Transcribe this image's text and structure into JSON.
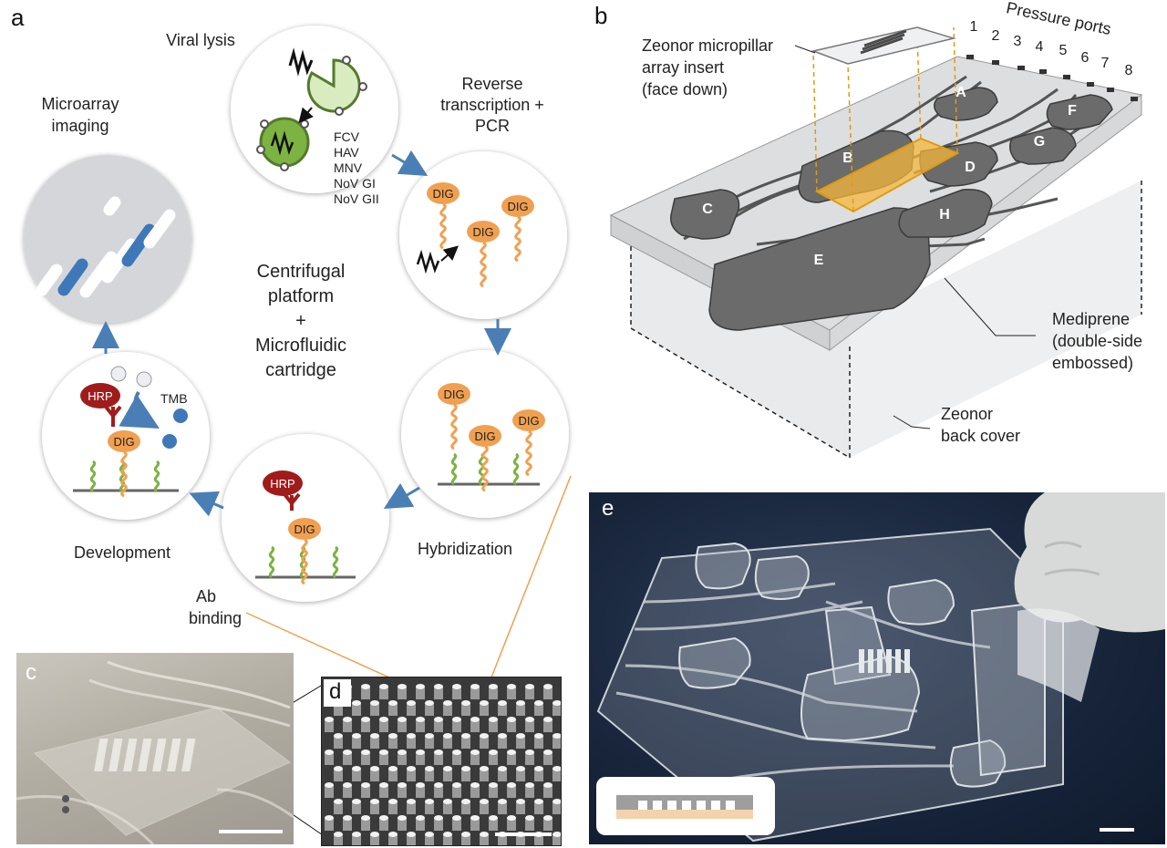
{
  "panels": {
    "a": "a",
    "b": "b",
    "c": "c",
    "d": "d",
    "e": "e"
  },
  "panel_a": {
    "center_lines": [
      "Centrifugal",
      "platform",
      "+",
      "Microfluidic",
      "cartridge"
    ],
    "steps": {
      "viral_lysis": "Viral lysis",
      "rt_pcr": [
        "Reverse",
        "transcription +",
        "PCR"
      ],
      "hybridization": "Hybridization",
      "ab_binding": [
        "Ab",
        "binding"
      ],
      "development": "Development",
      "microarray": [
        "Microarray",
        "imaging"
      ]
    },
    "viruses": [
      "FCV",
      "HAV",
      "MNV",
      "NoV GI",
      "NoV GII"
    ],
    "tags": {
      "dig": "DIG",
      "hrp": "HRP",
      "tmb": "TMB"
    }
  },
  "panel_b": {
    "pressure_label": "Pressure ports",
    "ports": [
      "1",
      "2",
      "3",
      "4",
      "5",
      "6",
      "7",
      "8"
    ],
    "insert_label": [
      "Zeonor micropillar",
      "array insert",
      "(face down)"
    ],
    "mediprene_label": [
      "Mediprene",
      "(double-side",
      "embossed)"
    ],
    "back_label": [
      "Zeonor",
      "back cover"
    ],
    "chambers": [
      "A",
      "B",
      "C",
      "D",
      "E",
      "F",
      "G",
      "H"
    ]
  },
  "colors": {
    "arrow": "#4a7fb5",
    "dig": "#f0a050",
    "hrp": "#a01c1c",
    "green": "#7cb342",
    "chamber": "#6b6b6b",
    "insert": "#f5b73b",
    "photo_bg": "#17243a"
  }
}
